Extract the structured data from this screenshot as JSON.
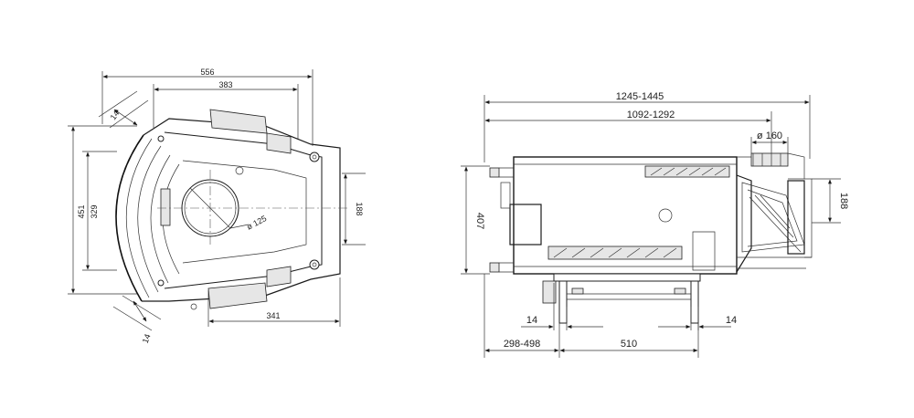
{
  "left_view": {
    "dims": {
      "width_total": "556",
      "width_inner": "383",
      "height_total": "451",
      "height_inner": "329",
      "depth_right": "188",
      "depth_bottom": "341",
      "wall_top": "14",
      "wall_bottom": "14",
      "flue_diameter": "ø 125"
    }
  },
  "right_view": {
    "dims": {
      "length_total": "1245-1445",
      "length_inner": "1092-1292",
      "flue_diameter": "ø 160",
      "height_total": "407",
      "height_right": "188",
      "clear_left": "14",
      "clear_right": "14",
      "offset_left": "298-498",
      "base_width": "510"
    }
  },
  "colors": {
    "line": "#1a1a1a",
    "fill": "#e6e6e6",
    "background": "#ffffff"
  }
}
